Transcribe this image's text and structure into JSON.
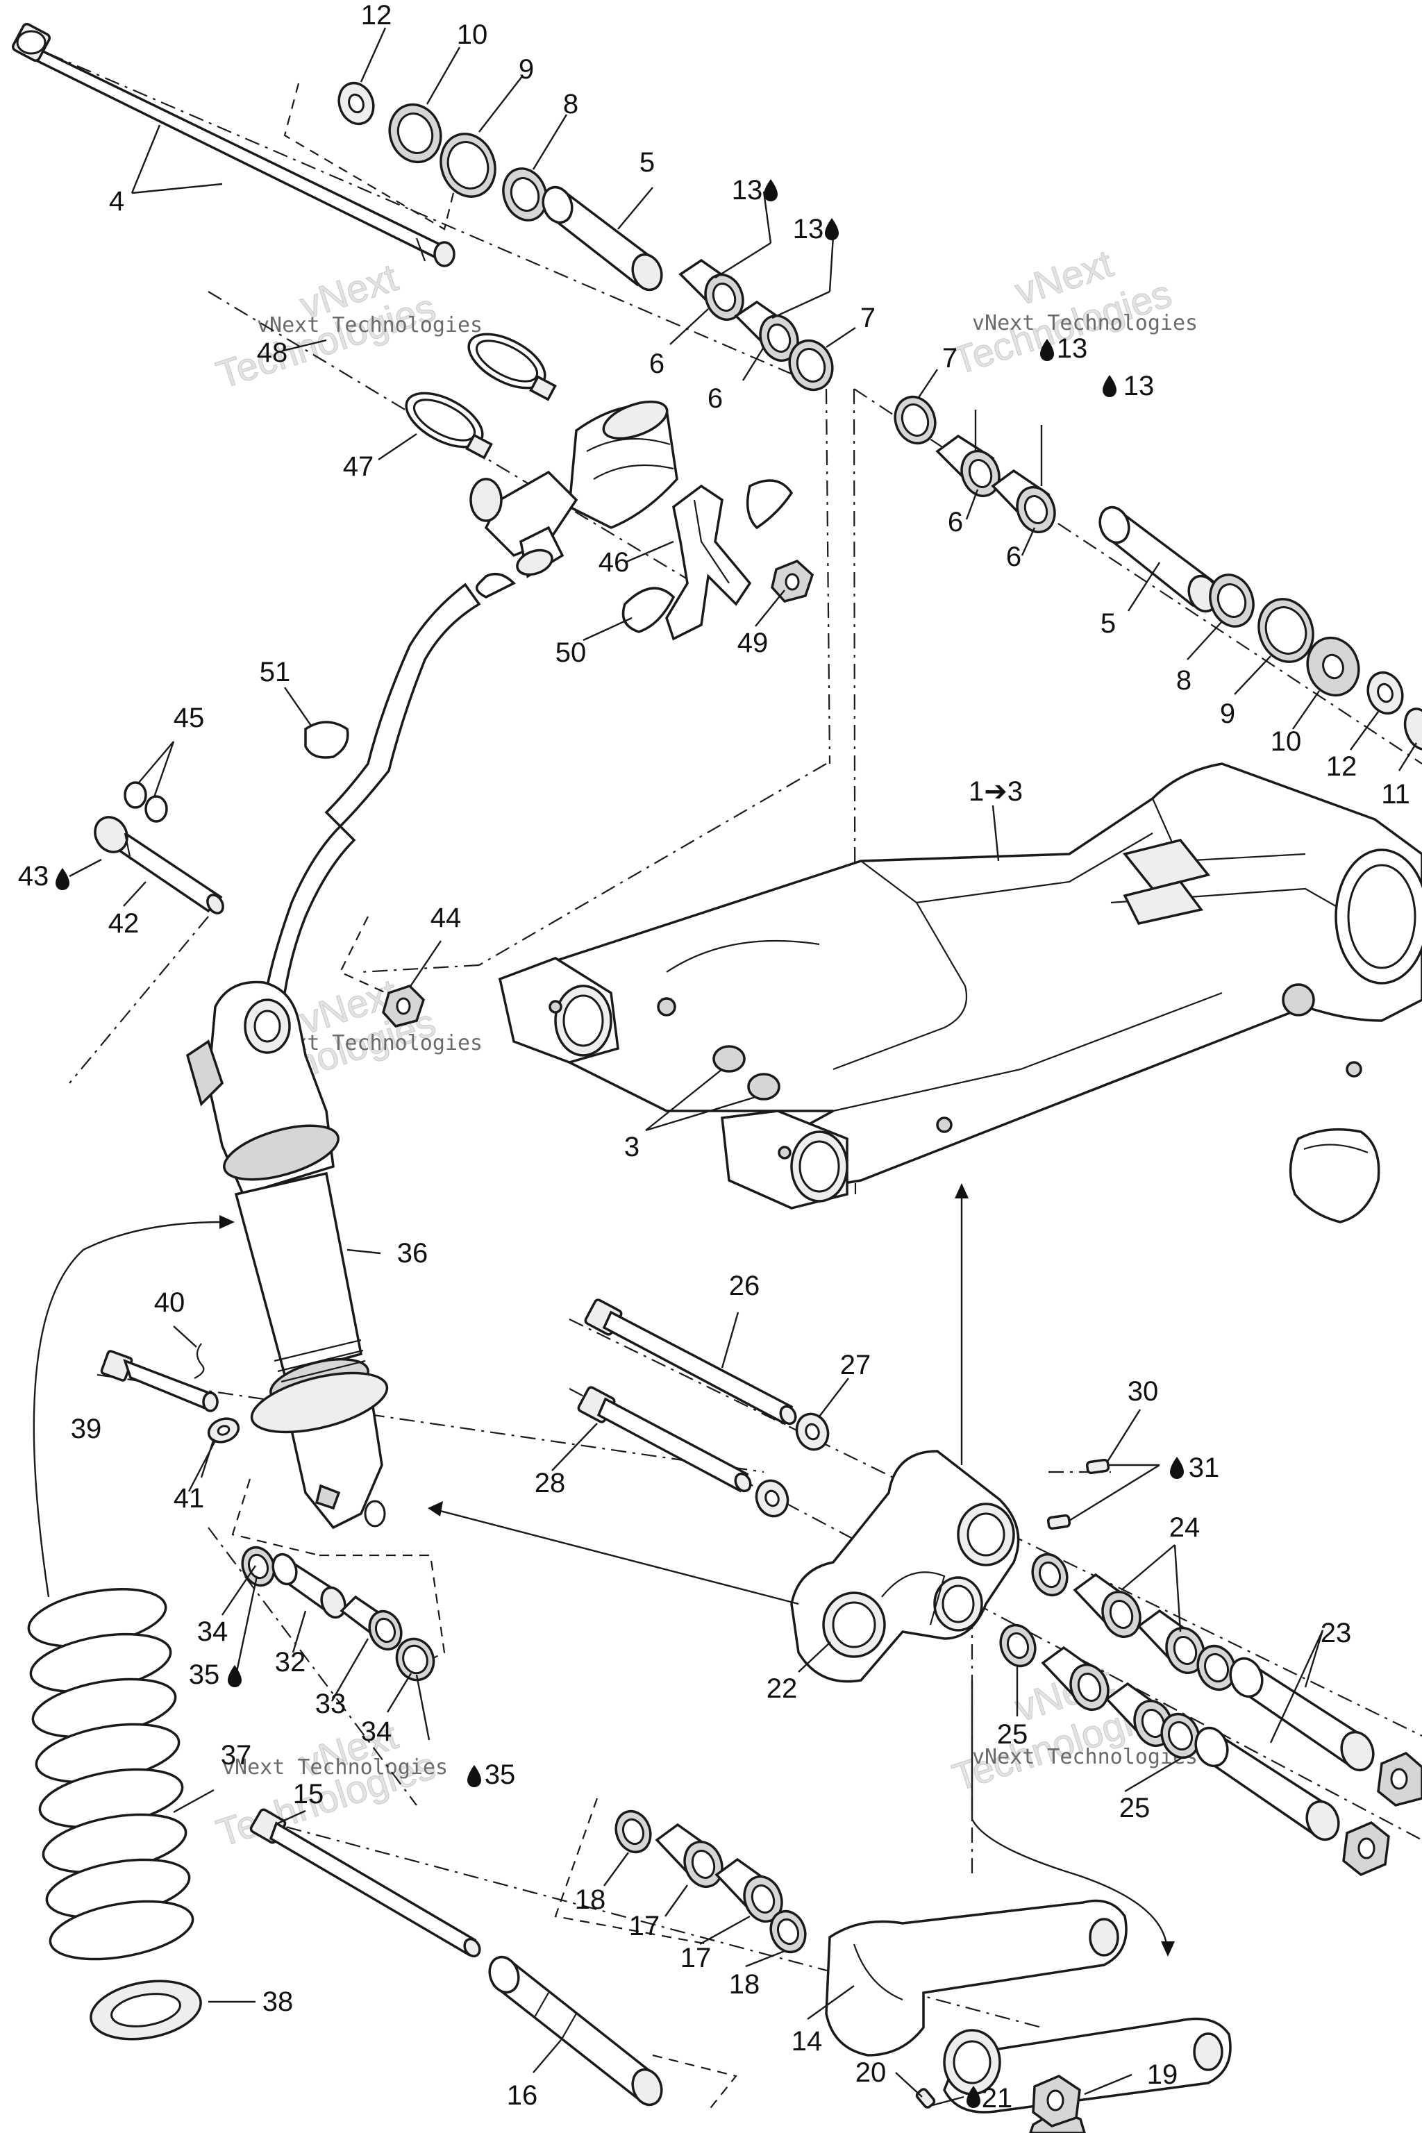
{
  "callouts": [
    {
      "id": "c12a",
      "text": "12"
    },
    {
      "id": "c10a",
      "text": "10"
    },
    {
      "id": "c9a",
      "text": "9"
    },
    {
      "id": "c8a",
      "text": "8"
    },
    {
      "id": "c4",
      "text": "4"
    },
    {
      "id": "c5a",
      "text": "5"
    },
    {
      "id": "c13a",
      "text": "13"
    },
    {
      "id": "c13b",
      "text": "13"
    },
    {
      "id": "c6a",
      "text": "6"
    },
    {
      "id": "c6b",
      "text": "6"
    },
    {
      "id": "c7a",
      "text": "7"
    },
    {
      "id": "c48",
      "text": "48"
    },
    {
      "id": "c47",
      "text": "47"
    },
    {
      "id": "c46",
      "text": "46"
    },
    {
      "id": "c50",
      "text": "50"
    },
    {
      "id": "c49",
      "text": "49"
    },
    {
      "id": "c7b",
      "text": "7"
    },
    {
      "id": "c13c",
      "text": "13"
    },
    {
      "id": "c13d",
      "text": "13"
    },
    {
      "id": "c6c",
      "text": "6"
    },
    {
      "id": "c6d",
      "text": "6"
    },
    {
      "id": "c5b",
      "text": "5"
    },
    {
      "id": "c8b",
      "text": "8"
    },
    {
      "id": "c9b",
      "text": "9"
    },
    {
      "id": "c10b",
      "text": "10"
    },
    {
      "id": "c12b",
      "text": "12"
    },
    {
      "id": "c11",
      "text": "11"
    },
    {
      "id": "c51",
      "text": "51"
    },
    {
      "id": "c45",
      "text": "45"
    },
    {
      "id": "c43",
      "text": "43"
    },
    {
      "id": "c42",
      "text": "42"
    },
    {
      "id": "c44",
      "text": "44"
    },
    {
      "id": "c1to3",
      "text": "1➔3"
    },
    {
      "id": "c3",
      "text": "3"
    },
    {
      "id": "c36",
      "text": "36"
    },
    {
      "id": "c40",
      "text": "40"
    },
    {
      "id": "c39",
      "text": "39"
    },
    {
      "id": "c41",
      "text": "41"
    },
    {
      "id": "c26",
      "text": "26"
    },
    {
      "id": "c27",
      "text": "27"
    },
    {
      "id": "c28",
      "text": "28"
    },
    {
      "id": "c30",
      "text": "30"
    },
    {
      "id": "c31",
      "text": "31"
    },
    {
      "id": "c24",
      "text": "24"
    },
    {
      "id": "c34a",
      "text": "34"
    },
    {
      "id": "c35a",
      "text": "35"
    },
    {
      "id": "c32",
      "text": "32"
    },
    {
      "id": "c33",
      "text": "33"
    },
    {
      "id": "c34b",
      "text": "34"
    },
    {
      "id": "c35b",
      "text": "35"
    },
    {
      "id": "c22",
      "text": "22"
    },
    {
      "id": "c23",
      "text": "23"
    },
    {
      "id": "c25a",
      "text": "25"
    },
    {
      "id": "c25b",
      "text": "25"
    },
    {
      "id": "c37",
      "text": "37"
    },
    {
      "id": "c15",
      "text": "15"
    },
    {
      "id": "c18a",
      "text": "18"
    },
    {
      "id": "c17a",
      "text": "17"
    },
    {
      "id": "c17b",
      "text": "17"
    },
    {
      "id": "c18b",
      "text": "18"
    },
    {
      "id": "c38",
      "text": "38"
    },
    {
      "id": "c14",
      "text": "14"
    },
    {
      "id": "c16",
      "text": "16"
    },
    {
      "id": "c20",
      "text": "20"
    },
    {
      "id": "c21",
      "text": "21"
    },
    {
      "id": "c19",
      "text": "19"
    }
  ],
  "watermark": {
    "line1": "vNext Technologies",
    "line2a": "vNext",
    "line2b": "Technologies"
  }
}
